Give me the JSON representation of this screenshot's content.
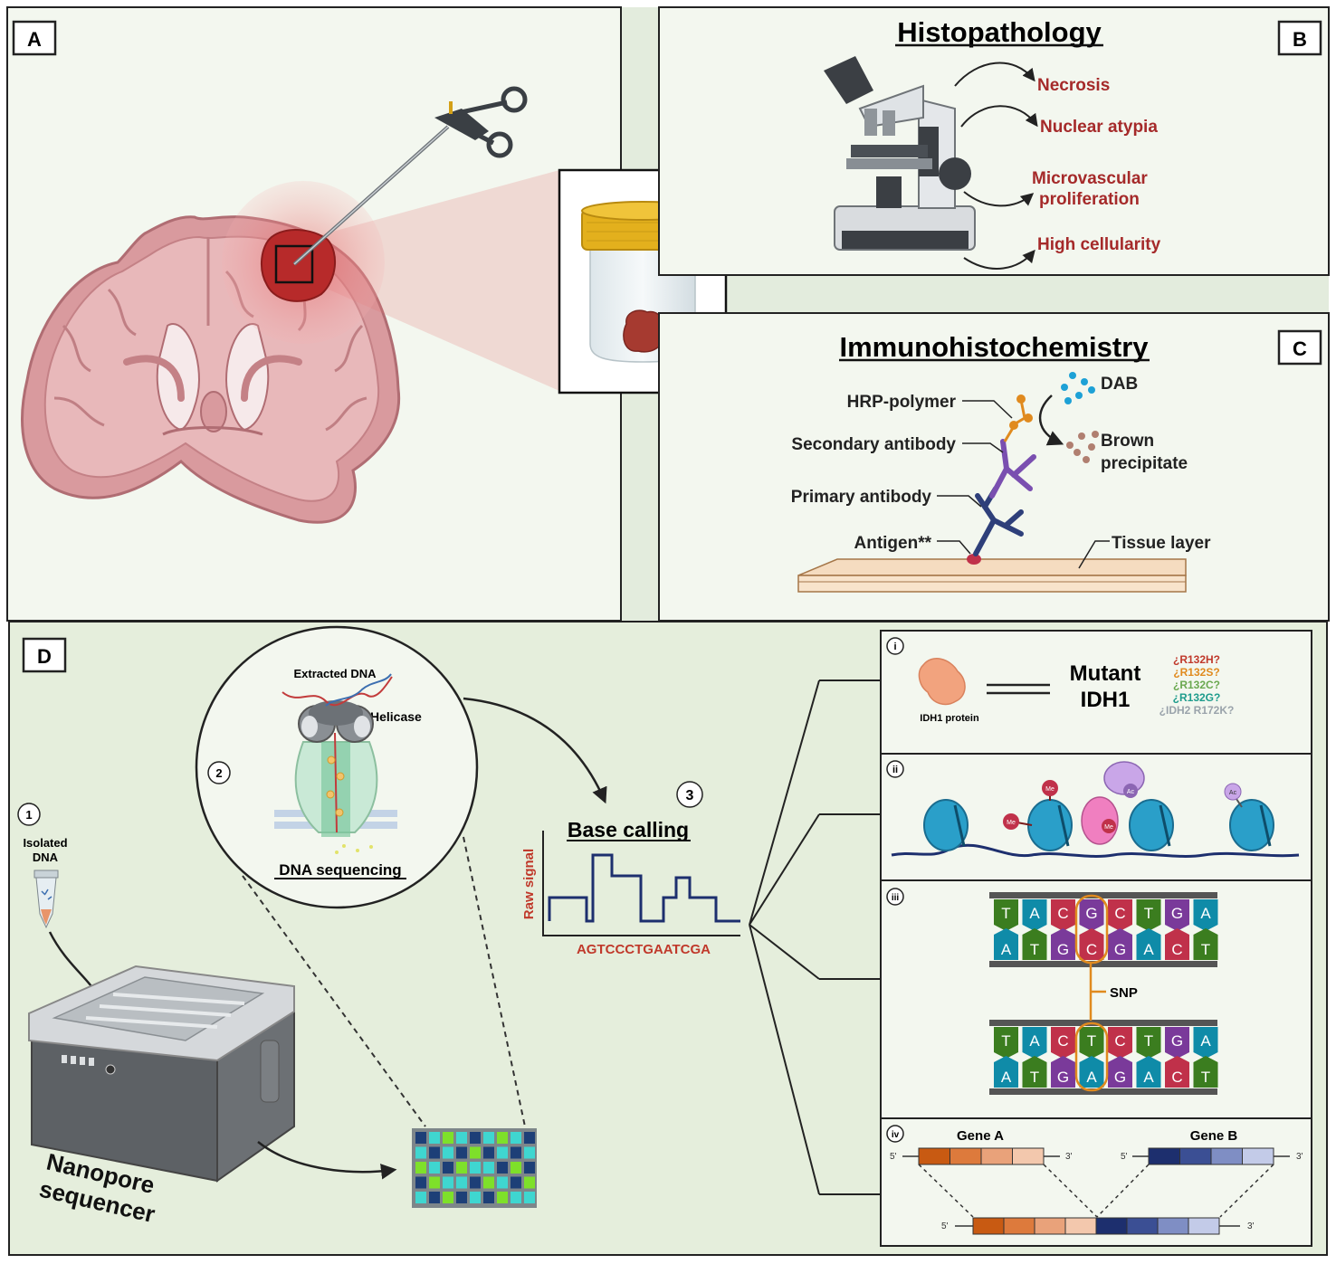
{
  "panels": {
    "a": {
      "letter": "A"
    },
    "b": {
      "letter": "B",
      "title": "Histopathology",
      "features": [
        "Necrosis",
        "Nuclear atypia",
        "Microvascular",
        "proliferation",
        "High cellularity"
      ]
    },
    "c": {
      "letter": "C",
      "title": "Immunohistochemistry",
      "labels": {
        "hrp": "HRP-polymer",
        "secondary": "Secondary antibody",
        "primary": "Primary antibody",
        "antigen": "Antigen**",
        "tissue": "Tissue layer",
        "dab": "DAB",
        "brown1": "Brown",
        "brown2": "precipitate"
      }
    },
    "d": {
      "letter": "D",
      "step1": {
        "num": "1",
        "line1": "Isolated",
        "line2": "DNA"
      },
      "step2": {
        "num": "2",
        "extracted": "Extracted DNA",
        "helicase": "Helicase",
        "title": "DNA sequencing"
      },
      "step3": {
        "num": "3",
        "title": "Base calling",
        "ylabel": "Raw signal",
        "sequence": "AGTCCCTGAATCGA"
      },
      "sequencer": {
        "line1": "Nanopore",
        "line2": "sequencer"
      },
      "i": {
        "roman": "i",
        "protein": "IDH1 protein",
        "mutant1": "Mutant",
        "mutant2": "IDH1",
        "variants": [
          {
            "text": "¿R132H?",
            "color": "#c0392b"
          },
          {
            "text": "¿R132S?",
            "color": "#e08a1e"
          },
          {
            "text": "¿R132C?",
            "color": "#6aa84f"
          },
          {
            "text": "¿R132G?",
            "color": "#1e9c8c"
          },
          {
            "text": "¿IDH2 R172K?",
            "color": "#9aa3ab"
          }
        ]
      },
      "ii": {
        "roman": "ii",
        "me": "Me",
        "ac": "Ac"
      },
      "iii": {
        "roman": "iii",
        "snp": "SNP",
        "top1": [
          "T",
          "A",
          "C",
          "G",
          "C",
          "T",
          "G",
          "A"
        ],
        "bot1": [
          "A",
          "T",
          "G",
          "C",
          "G",
          "A",
          "C",
          "T"
        ],
        "top2": [
          "T",
          "A",
          "C",
          "T",
          "C",
          "T",
          "G",
          "A"
        ],
        "bot2": [
          "A",
          "T",
          "G",
          "A",
          "G",
          "A",
          "C",
          "T"
        ]
      },
      "iv": {
        "roman": "iv",
        "geneA": "Gene A",
        "geneB": "Gene B",
        "five": "5'",
        "three": "3'"
      }
    }
  },
  "colors": {
    "panel_bg": "#f3f7ef",
    "panel_d_bg": "#e5eedc",
    "gap_bg": "#e3ecdd",
    "feature_red": "#a52a2a",
    "seq_red": "#c0392b",
    "base_A": "#0f8ba8",
    "base_T": "#3b7d1f",
    "base_C": "#c0314a",
    "base_G": "#7a3a9a"
  }
}
